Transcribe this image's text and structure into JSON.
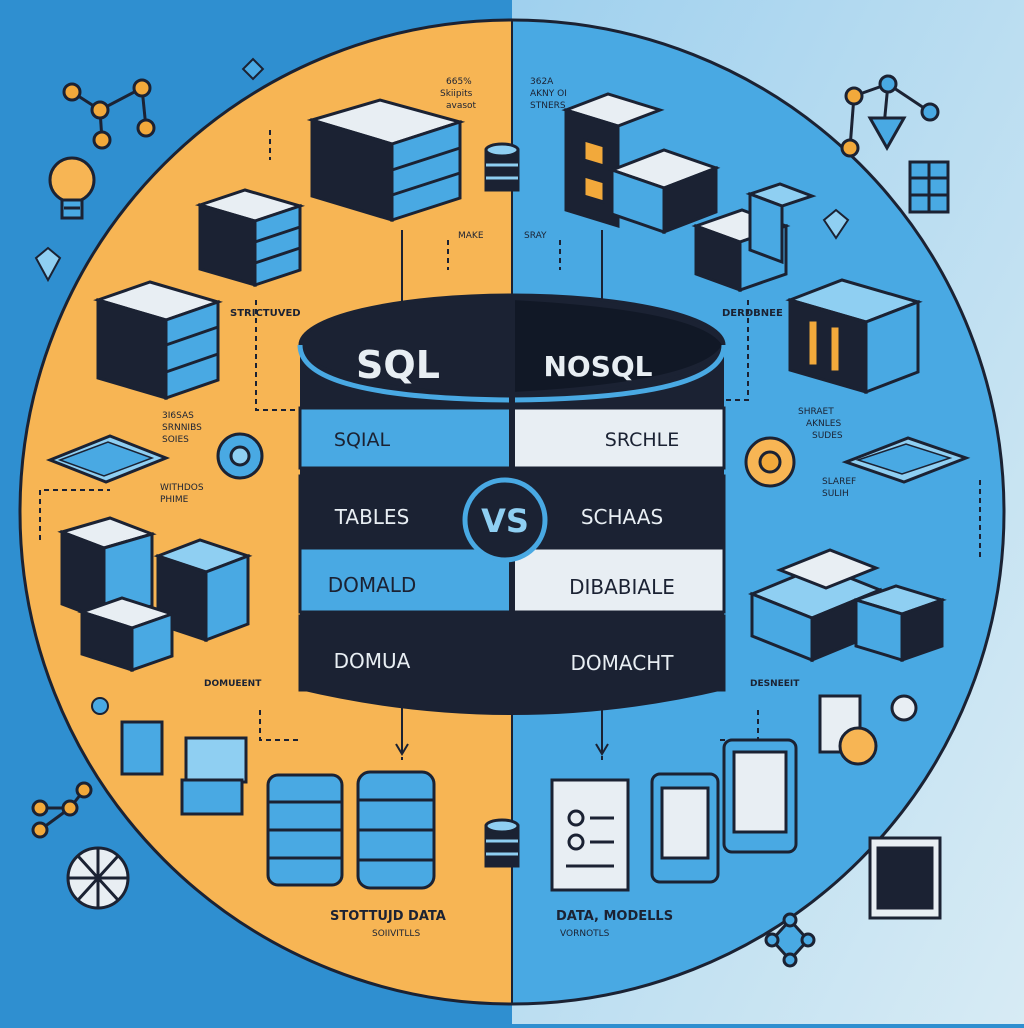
{
  "center": {
    "left_title": "SQL",
    "right_title": "NOSQL",
    "vs": "VS",
    "left_bands": [
      "SQIAL",
      "TABLES",
      "DOMALD",
      "DOMUA"
    ],
    "right_bands": [
      "SRCHLE",
      "SCHAAS",
      "DIBABIALE",
      "DOMACHT"
    ]
  },
  "left_labels": {
    "top_notes": [
      "665%",
      "Skiipits",
      "avasot"
    ],
    "mid_note_1": [
      "3I6SAS",
      "SRNNIBS",
      "SOIES"
    ],
    "mid_note_2": [
      "WITHDOS",
      "PHIME"
    ],
    "side": "STRICTUVED",
    "make": "MAKE",
    "doc": "DOMUEENT",
    "bottom_title": "STOTTUJD DATA",
    "bottom_sub": "SOIIVITLLS"
  },
  "right_labels": {
    "top_notes": [
      "362A",
      "AKNY OI",
      "STNERS"
    ],
    "mid_note_1": [
      "SHRAET",
      "AKNLES",
      "SUDES"
    ],
    "mid_note_2": [
      "SLAREF",
      "SULIH"
    ],
    "side": "DERDBNEE",
    "sray": "SRAY",
    "doc": "DESNEEIT",
    "bottom_title": "DATA, MODELLS",
    "bottom_sub": "VORNOTLS"
  },
  "colors": {
    "orange": "#f7b554",
    "blue": "#49a9e3",
    "navy": "#1b2233",
    "light_blue": "#8fcff2",
    "bg_left": "#2f8fd0",
    "bg_right": "#b7dbee"
  }
}
